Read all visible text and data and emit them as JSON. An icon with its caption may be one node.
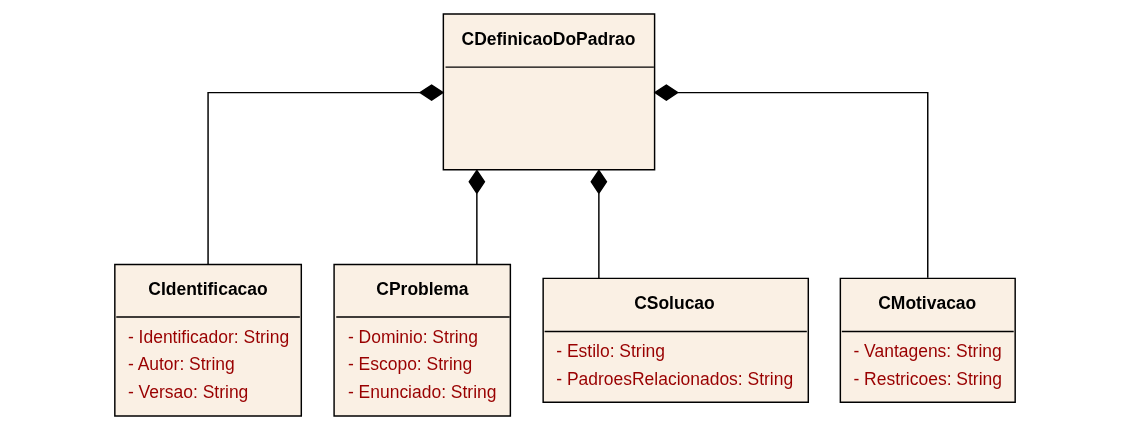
{
  "diagram": {
    "nodes": [
      {
        "text": [
          "CDefinicaoDoPadrao"
        ]
      },
      {
        "text": [
          "CIdentificacao",
          "- Identificador: String",
          "- Autor: String",
          "- Versao: String"
        ]
      },
      {
        "text": [
          "CProblema",
          "- Dominio: String",
          "- Escopo: String",
          "- Enunciado: String"
        ]
      },
      {
        "text": [
          "CSolucao",
          "- Estilo: String",
          "- PadroesRelacionados: String"
        ]
      },
      {
        "text": [
          "CMotivacao",
          "- Vantagens: String",
          "- Restricoes: String"
        ]
      }
    ],
    "edges": [
      {
        "from": 0,
        "to": 1,
        "arrow": "other"
      },
      {
        "from": 0,
        "to": 2,
        "arrow": "other"
      },
      {
        "from": 0,
        "to": 3,
        "arrow": "other"
      },
      {
        "from": 0,
        "to": 4,
        "arrow": "other"
      }
    ]
  }
}
